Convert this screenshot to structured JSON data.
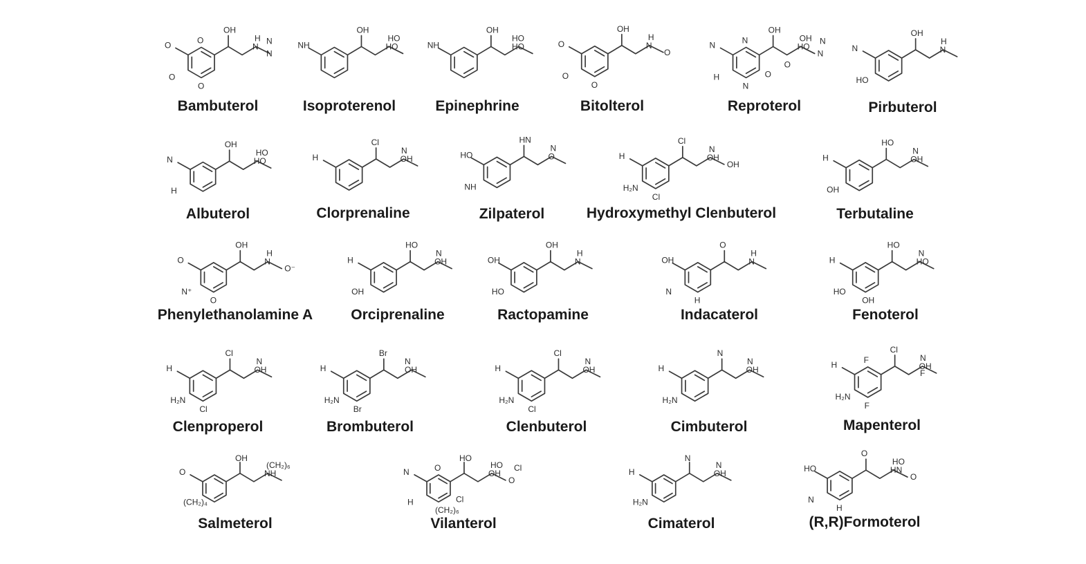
{
  "compounds": [
    {
      "name": "Bambuterol",
      "atoms": [
        "OH",
        "N",
        "H",
        "O",
        "O",
        "O",
        "N",
        "O",
        "N"
      ]
    },
    {
      "name": "Isoproterenol",
      "atoms": [
        "OH",
        "HO",
        "HO",
        "NH"
      ]
    },
    {
      "name": "Epinephrine",
      "atoms": [
        "OH",
        "HO",
        "HO",
        "NH"
      ]
    },
    {
      "name": "Bitolterol",
      "atoms": [
        "OH",
        "N",
        "H",
        "O",
        "O",
        "O",
        "O"
      ]
    },
    {
      "name": "Reproterol",
      "atoms": [
        "OH",
        "HO",
        "OH",
        "N",
        "H",
        "N",
        "N",
        "N",
        "N",
        "O",
        "O"
      ]
    },
    {
      "name": "Pirbuterol",
      "atoms": [
        "OH",
        "N",
        "H",
        "N",
        "HO"
      ]
    },
    {
      "name": "Albuterol",
      "atoms": [
        "OH",
        "HO",
        "HO",
        "N",
        "H"
      ]
    },
    {
      "name": "Clorprenaline",
      "atoms": [
        "Cl",
        "OH",
        "N",
        "H"
      ]
    },
    {
      "name": "Zilpaterol",
      "atoms": [
        "HN",
        "O",
        "N",
        "HO",
        "NH"
      ]
    },
    {
      "name": "Hydroxymethyl Clenbuterol",
      "atoms": [
        "Cl",
        "OH",
        "N",
        "H",
        "H₂N",
        "Cl",
        "OH"
      ]
    },
    {
      "name": "Terbutaline",
      "atoms": [
        "HO",
        "OH",
        "N",
        "H",
        "OH"
      ]
    },
    {
      "name": "Phenylethanolamine A",
      "atoms": [
        "OH",
        "N",
        "H",
        "O",
        "N⁺",
        "O",
        "O⁻"
      ]
    },
    {
      "name": "Orciprenaline",
      "atoms": [
        "HO",
        "OH",
        "N",
        "H",
        "OH"
      ]
    },
    {
      "name": "Ractopamine",
      "atoms": [
        "OH",
        "N",
        "H",
        "OH",
        "HO"
      ]
    },
    {
      "name": "Indacaterol",
      "atoms": [
        "O",
        "N",
        "H",
        "OH",
        "N",
        "H"
      ]
    },
    {
      "name": "Fenoterol",
      "atoms": [
        "HO",
        "HO",
        "N",
        "H",
        "HO",
        "OH"
      ]
    },
    {
      "name": "Clenproperol",
      "atoms": [
        "Cl",
        "OH",
        "N",
        "H",
        "H₂N",
        "Cl"
      ]
    },
    {
      "name": "Brombuterol",
      "atoms": [
        "Br",
        "OH",
        "N",
        "H",
        "H₂N",
        "Br"
      ]
    },
    {
      "name": "Clenbuterol",
      "atoms": [
        "Cl",
        "OH",
        "N",
        "H",
        "H₂N",
        "Cl"
      ]
    },
    {
      "name": "Cimbuterol",
      "atoms": [
        "N",
        "OH",
        "N",
        "H",
        "H₂N"
      ]
    },
    {
      "name": "Mapenterol",
      "atoms": [
        "Cl",
        "OH",
        "N",
        "H",
        "H₂N",
        "F",
        "F",
        "F"
      ]
    },
    {
      "name": "Salmeterol",
      "atoms": [
        "OH",
        "NH",
        "(CH₂)₆",
        "O",
        "(CH₂)₄"
      ]
    },
    {
      "name": "Vilanterol",
      "atoms": [
        "HO",
        "OH",
        "HO",
        "N",
        "H",
        "(CH₂)₆",
        "O",
        "O",
        "Cl",
        "Cl"
      ]
    },
    {
      "name": "Cimaterol",
      "atoms": [
        "N",
        "OH",
        "N",
        "H",
        "H₂N"
      ]
    },
    {
      "name": "(R,R)Formoterol",
      "atoms": [
        "O",
        "HN",
        "HO",
        "HO",
        "N",
        "H",
        "O"
      ]
    }
  ]
}
